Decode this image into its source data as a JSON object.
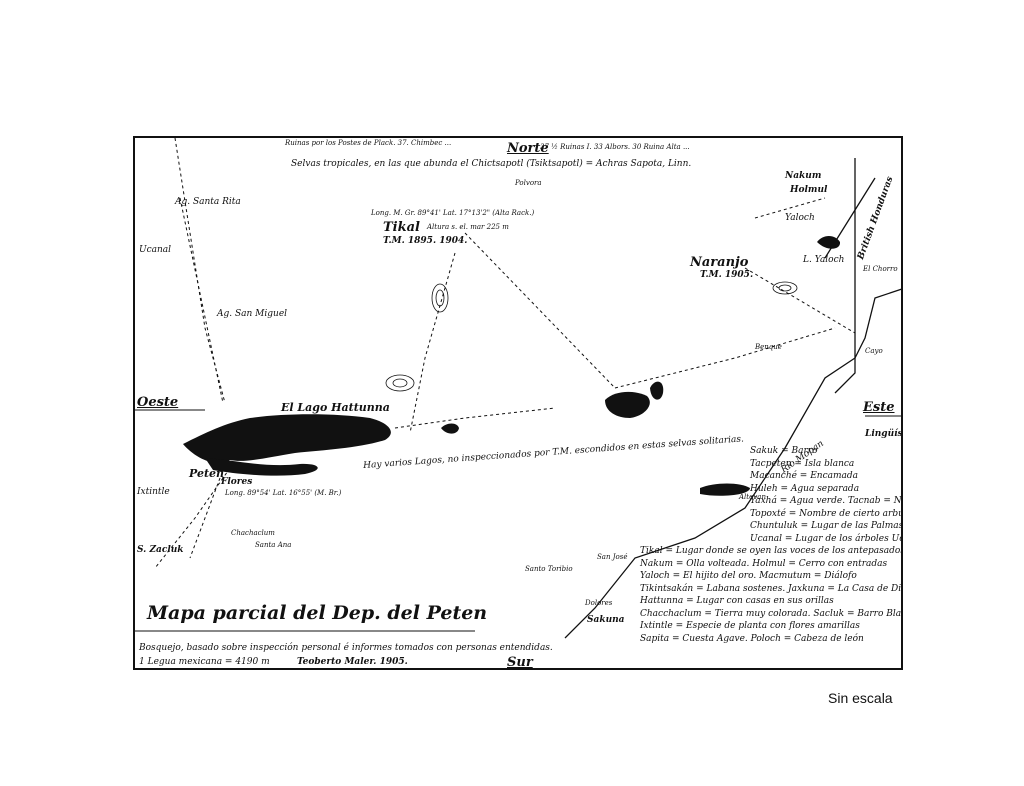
{
  "map": {
    "title": "Mapa parcial del Dep. del Peten",
    "subtitle": "Bosquejo, basado sobre inspección personal é informes tomados con personas entendidas.",
    "scale": "1 Legua mexicana = 4190 m",
    "author": "Teoberto Maler. 1905.",
    "directions": {
      "north": "Norte",
      "south": "Sur",
      "west": "Oeste",
      "east": "Este"
    },
    "top_notes": {
      "ruins_line": "Ruinas por los Postes de Plack. 37. Chimbec ...",
      "ruins_line2": "37 ½ Ruinas I. 33 Albors. 30 Ruina Alta ...",
      "forest_line": "Selvas tropicales, en las que abunda el Chictsapotl (Tsiktsapotl) = Achras Sapota, Linn.",
      "polvora": "Polvora"
    },
    "places": {
      "tikal": "Tikal",
      "tikal_tm": "T.M. 1895. 1904.",
      "tikal_coords": "Long. M. Gr. 89°41' Lat. 17°13'2\" (Alta Rack.)",
      "tikal_alt": "Altura s. el. mar 225 m",
      "naranjo": "Naranjo",
      "naranjo_tm": "T.M. 1905.",
      "nakum": "Nakum",
      "holmul": "Holmul",
      "yaloch": "Yaloch",
      "l_yaloch": "L. Yaloch",
      "el_chorro": "El Chorro",
      "santa_rita": "Ag. Santa Rita",
      "san_miguel": "Ag. San Miguel",
      "ucanal": "Ucanal",
      "lake": "El Lago Hattunna",
      "peten": "Peten",
      "flores": "Flores",
      "flores_coords": "Long. 89°54' Lat. 16°55' (M. Br.)",
      "ixtintle": "Ixtintle",
      "zacluk": "S. Zacluk",
      "chac_la": "Chachaclum",
      "santa_ana": "Santa Ana",
      "dolores": "Dolores",
      "sakuna": "Sakuna",
      "benque": "Benque",
      "cayo": "Cayo",
      "altovan": "Altovan",
      "toribio": "Santo Toribio",
      "san_jose": "San José",
      "lakes_note": "Hay varios Lagos, no inspeccionados por T.M. escondidos en estas selvas solitarias.",
      "british": "British Honduras",
      "rio_mopan": "Rio Mopan"
    },
    "legend": {
      "heading": "Lingüística maya.",
      "lines": [
        "Sakuk = Barro",
        "Tacpeten = Isla blanca",
        "Macanché = Encamada",
        "Huleh = Agua separada",
        "Yaxhá = Agua verde. Tacnab = Nymphaea alba",
        "Topoxté = Nombre de cierto arbusto",
        "Chuntuluk = Lugar de las Palmas de corozal",
        "Ucanal = Lugar de los árboles Ucan",
        "Tikal = Lugar donde se oyen las voces de los antepasados",
        "Nakum = Olla volteada. Holmul = Cerro con entradas",
        "Yaloch = El hijito del oro. Macmutum = Diálofo",
        "Tikintsakán = Labana sostenes. Jaxkuna = La Casa de Dios",
        "Hattunna = Lugar con casas en sus orillas",
        "Chacchaclum = Tierra muy colorada. Sacluk = Barro Blanco",
        "Ixtintle = Especie de planta con flores amarillas",
        "Sapita = Cuesta Agave. Poloch = Cabeza de león"
      ]
    }
  },
  "caption": "Sin escala"
}
